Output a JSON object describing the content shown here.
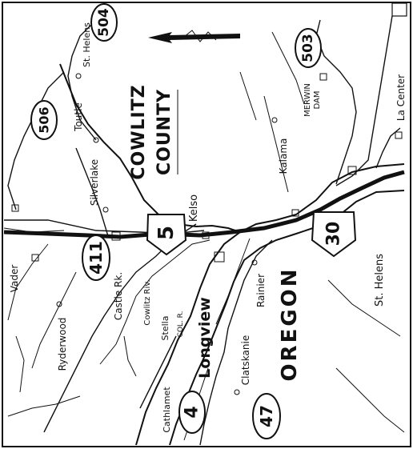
{
  "county": {
    "line1": "COWLITZ",
    "line2": "COUNTY"
  },
  "state": "OREGON",
  "highways": {
    "h504": "504",
    "h503": "503",
    "h506": "506",
    "h5": "5",
    "h411": "411",
    "h30": "30",
    "h4": "4",
    "h47": "47"
  },
  "places": {
    "st_helens_wa": "St. Helens",
    "toutle": "Toutle",
    "silverlake": "Silverlake",
    "kelso": "Kelso",
    "kalama": "Kalama",
    "merwin_dam": "MERWIN\nDAM",
    "la_center": "La Center",
    "vader": "Vader",
    "ryderwood": "Ryderwood",
    "castle_rock": "Castle Rk.",
    "cowlitz_riv": "Cowlitz Riv.",
    "stella": "Stella",
    "longview": "Longview",
    "cathlamet": "Cathlamet",
    "clatskanie": "Clatskanie",
    "rainier": "Rainier",
    "st_helens_or": "St. Helens",
    "col_r": "COL. R."
  }
}
